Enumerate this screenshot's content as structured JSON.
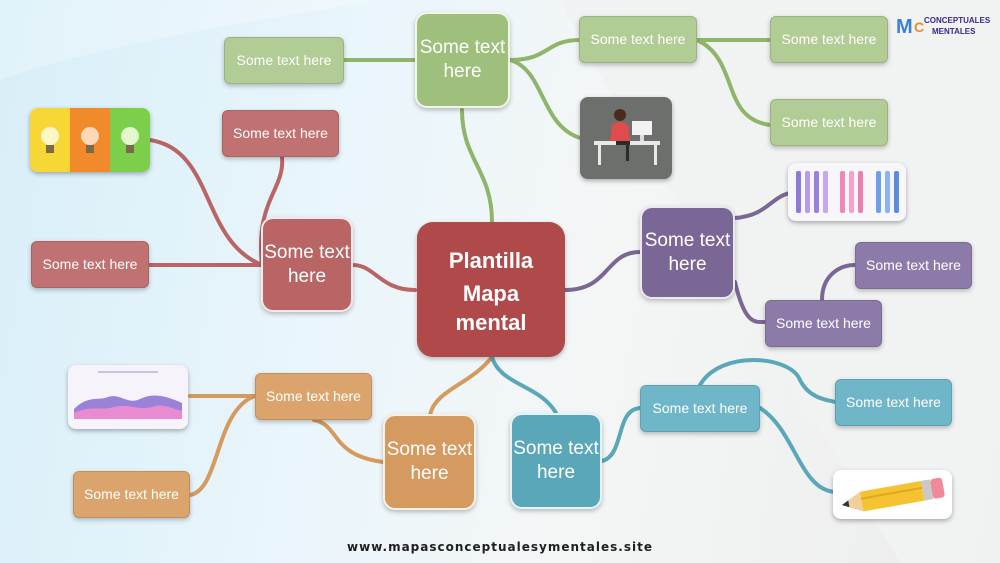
{
  "center": {
    "title_line1": "Plantilla",
    "title_line2": "Mapa mental",
    "color": "#b04a4a"
  },
  "branches": {
    "green": {
      "color": "#8fb56a",
      "topic": "Some text here",
      "left": "Some text here",
      "right": "Some text here",
      "far_top": "Some text here",
      "far_bottom": "Some text here"
    },
    "purple": {
      "color": "#7b6795",
      "topic": "Some text here",
      "top": "Some text here",
      "bottom": "Some text here"
    },
    "red": {
      "color": "#b96566",
      "topic": "Some text here",
      "top": "Some text here",
      "left": "Some text here"
    },
    "orange": {
      "color": "#d49a60",
      "topic": "Some text here",
      "top": "Some text here",
      "bottom": "Some text here"
    },
    "blue": {
      "color": "#5aa7ba",
      "topic": "Some text here",
      "mid": "Some text here",
      "far": "Some text here"
    }
  },
  "images": [
    "person-at-desk-icon",
    "markers-icon",
    "light-bulbs-icon",
    "area-chart-icon",
    "pencil-icon"
  ],
  "logo": {
    "line1": "CONCEPTUALES",
    "line2": "MENTALES"
  },
  "footer": "www.mapasconceptualesymentales.site"
}
